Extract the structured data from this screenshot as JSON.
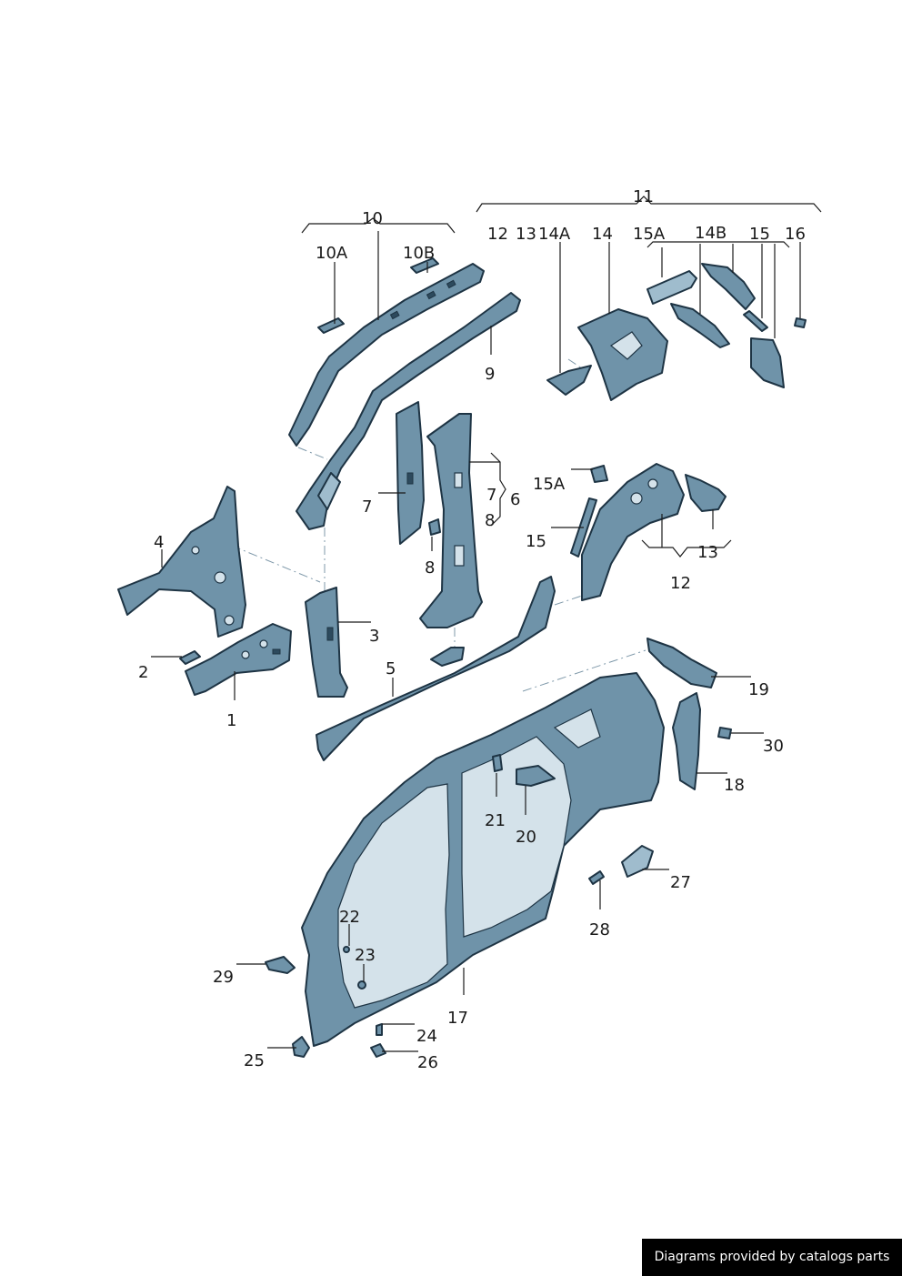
{
  "labels": {
    "l1": "1",
    "l2": "2",
    "l3": "3",
    "l4": "4",
    "l5": "5",
    "l6": "6",
    "l7a": "7",
    "l7b": "7",
    "l8a": "8",
    "l8b": "8",
    "l9": "9",
    "l10": "10",
    "l10a": "10A",
    "l10b": "10B",
    "l11": "11",
    "l12a": "12",
    "l12b": "12",
    "l13a": "13",
    "l13b": "13",
    "l14": "14",
    "l14a": "14A",
    "l14b": "14B",
    "l15a": "15",
    "l15b": "15",
    "l15c": "15A",
    "l15d": "15A",
    "l16": "16",
    "l17": "17",
    "l18": "18",
    "l19": "19",
    "l20": "20",
    "l21": "21",
    "l22": "22",
    "l23": "23",
    "l24": "24",
    "l25": "25",
    "l26": "26",
    "l27": "27",
    "l28": "28",
    "l29": "29",
    "l30": "30"
  },
  "footer": {
    "text": "Diagrams provided by catalogs parts"
  },
  "colors": {
    "part_fill": "#6f93a9",
    "part_light": "#9fbccd",
    "outline": "#1e3444",
    "footer_bg": "#000000"
  }
}
